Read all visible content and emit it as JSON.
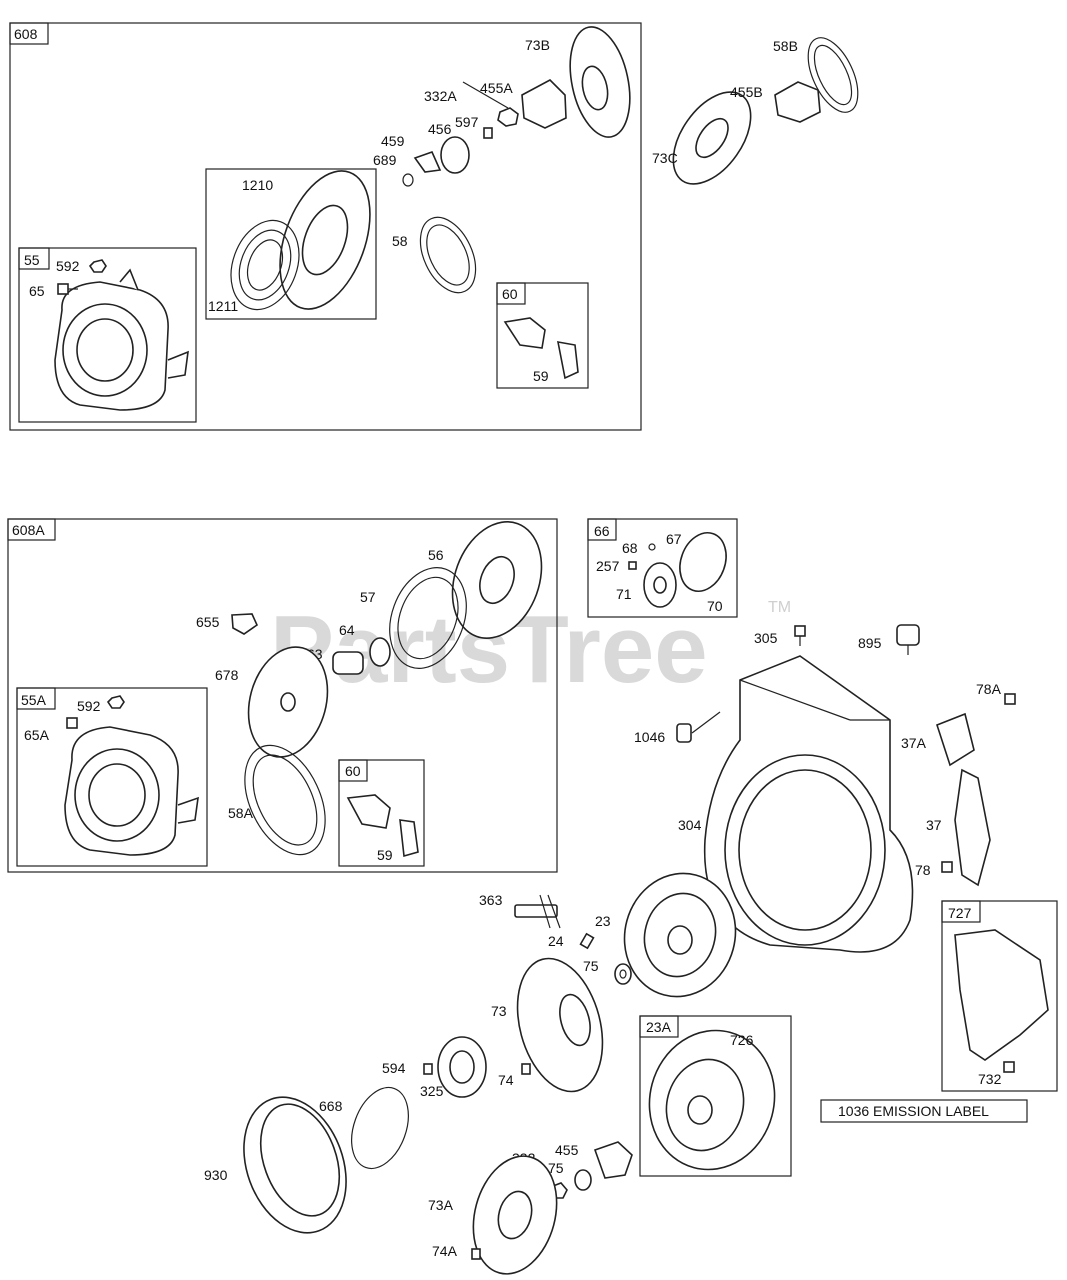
{
  "watermark": {
    "text": "PartsTree",
    "tm": "TM"
  },
  "frames": {
    "f608": "608",
    "f55": "55",
    "f60a": "60",
    "f608a": "608A",
    "f55a": "55A",
    "f60b": "60",
    "f66": "66",
    "f23a": "23A",
    "f727": "727"
  },
  "emission_label": "1036 EMISSION LABEL",
  "labels": {
    "l73B": "73B",
    "l58B": "58B",
    "l332A": "332A",
    "l455A": "455A",
    "l455B": "455B",
    "l597": "597",
    "l456": "456",
    "l459": "459",
    "l689": "689",
    "l73C": "73C",
    "l1210": "1210",
    "l1211": "1211",
    "l58": "58",
    "l592": "592",
    "l65": "65",
    "l59": "59",
    "l56": "56",
    "l57": "57",
    "l655": "655",
    "l64": "64",
    "l63": "63",
    "l678": "678",
    "l592b": "592",
    "l65A": "65A",
    "l58A": "58A",
    "l59b": "59",
    "l68": "68",
    "l67": "67",
    "l257": "257",
    "l71": "71",
    "l70": "70",
    "l305": "305",
    "l895": "895",
    "l78A": "78A",
    "l1046": "1046",
    "l37A": "37A",
    "l304": "304",
    "l37": "37",
    "l78": "78",
    "l363": "363",
    "l23": "23",
    "l24": "24",
    "l75": "75",
    "l73": "73",
    "l726": "726",
    "l594": "594",
    "l325": "325",
    "l74": "74",
    "l668": "668",
    "l930": "930",
    "l455": "455",
    "l332": "332",
    "l75b": "75",
    "l73A": "73A",
    "l74A": "74A",
    "l732": "732"
  }
}
